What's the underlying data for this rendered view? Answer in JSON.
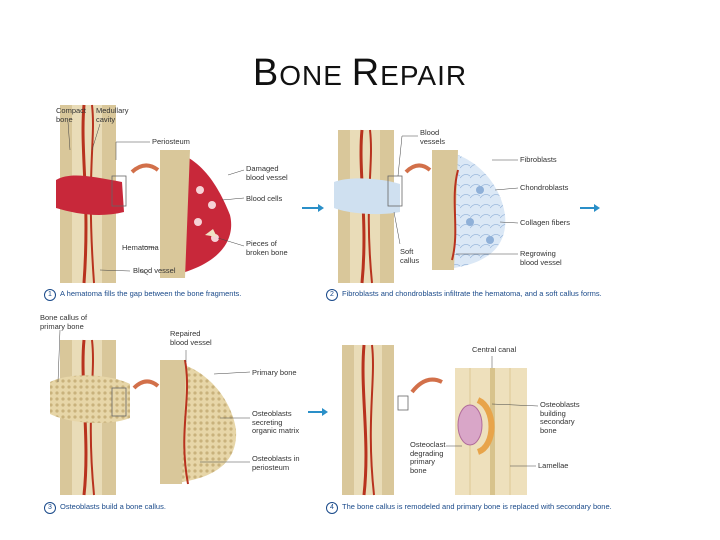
{
  "title": {
    "first": "B",
    "rest1": "ONE ",
    "second": "R",
    "rest2": "EPAIR"
  },
  "panels": [
    {
      "step": "1",
      "caption": "A hematoma fills the gap between the bone fragments.",
      "labels": {
        "compact_bone": "Compact\nbone",
        "medullary_cavity": "Medullary\ncavity",
        "periosteum": "Periosteum",
        "damaged_vessel": "Damaged\nblood vessel",
        "blood_cells": "Blood cells",
        "hematoma": "Hematoma",
        "pieces": "Pieces of\nbroken bone",
        "blood_vessel": "Blood vessel"
      }
    },
    {
      "step": "2",
      "caption": "Fibroblasts and chondroblasts infiltrate the hematoma, and a soft callus forms.",
      "labels": {
        "blood_vessels": "Blood\nvessels",
        "fibroblasts": "Fibroblasts",
        "chondroblasts": "Chondroblasts",
        "collagen": "Collagen fibers",
        "soft_callus": "Soft\ncallus",
        "regrowing": "Regrowing\nblood vessel"
      }
    },
    {
      "step": "3",
      "caption": "Osteoblasts build a bone callus.",
      "labels": {
        "bone_callus": "Bone callus of\nprimary bone",
        "repaired": "Repaired\nblood vessel",
        "primary_bone": "Primary bone",
        "osteoblasts_secreting": "Osteoblasts\nsecreting\norganic matrix",
        "osteoblasts_periosteum": "Osteoblasts in\nperiosteum"
      }
    },
    {
      "step": "4",
      "caption": "The bone callus is remodeled and primary bone is replaced with secondary bone.",
      "labels": {
        "central_canal": "Central canal",
        "osteoblasts_building": "Osteoblasts\nbuilding\nsecondary\nbone",
        "osteoclast": "Osteoclast\ndegrading\nprimary\nbone",
        "lamellae": "Lamellae"
      }
    }
  ],
  "colors": {
    "bone": "#d9c79a",
    "marrow": "#e9dcb8",
    "vessel": "#b8321e",
    "hematoma": "#c8283a",
    "callus": "#cfe0f0",
    "arrow": "#d2704a",
    "next_arrow": "#2a8fc8",
    "caption": "#1a4a8a"
  }
}
